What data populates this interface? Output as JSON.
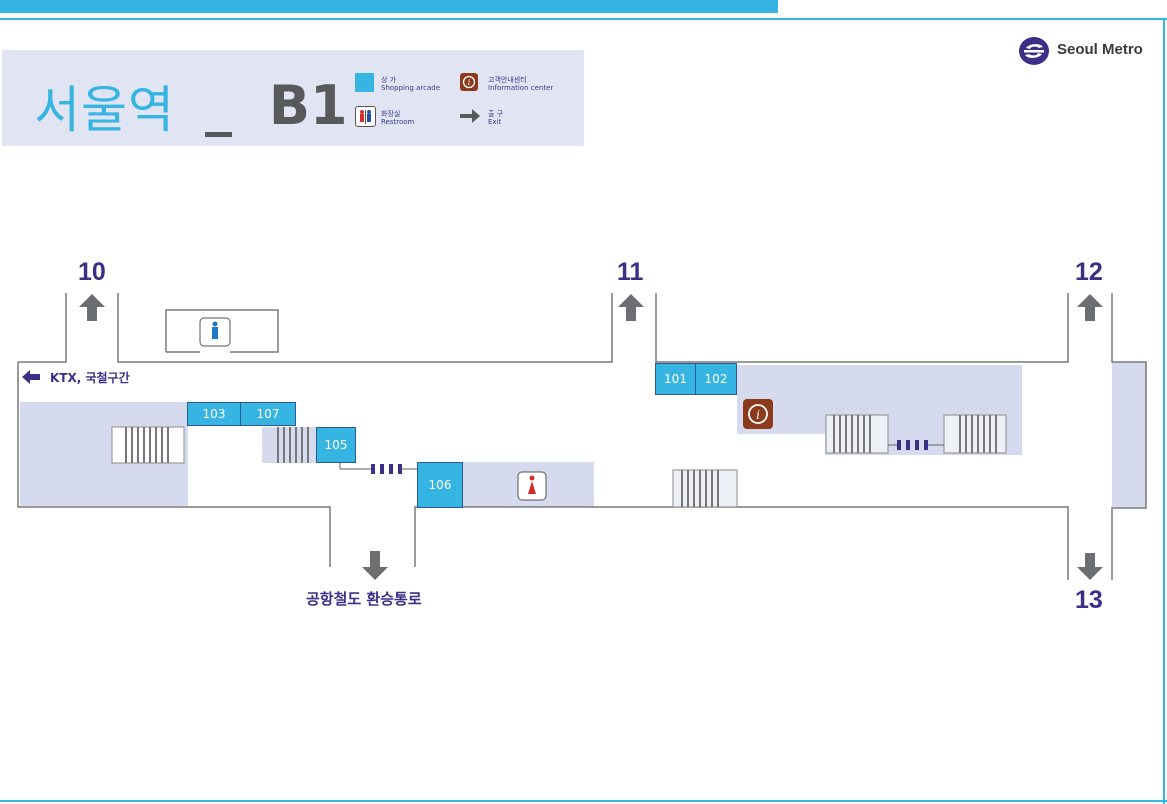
{
  "title": {
    "station_ko": "서울역",
    "sep": "_",
    "level": "B1"
  },
  "legend": [
    {
      "key": "shopping",
      "ko": "상 가",
      "en": "Shopping arcade",
      "icon": "shopping-square-icon"
    },
    {
      "key": "info",
      "ko": "고객안내센터",
      "en": "Information center",
      "icon": "info-icon"
    },
    {
      "key": "restroom",
      "ko": "화장실",
      "en": "Restroom",
      "icon": "restroom-icon"
    },
    {
      "key": "exit",
      "ko": "출 구",
      "en": "Exit",
      "icon": "exit-arrow-icon"
    }
  ],
  "brand": {
    "name": "Seoul Metro",
    "logo_icon": "seoul-metro-logo-icon"
  },
  "exits": {
    "e10": "10",
    "e11": "11",
    "e12": "12",
    "e13": "13"
  },
  "directions": {
    "ktx": "KTX, 국철구간",
    "airport": "공항철도 환승통로"
  },
  "stores": {
    "s101": "101",
    "s102": "102",
    "s103": "103",
    "s107": "107",
    "s105": "105",
    "s106": "106"
  },
  "colors": {
    "accent": "#36b4e2",
    "brand_purple": "#3c2f86",
    "corridor": "#d5daee",
    "info_brown": "#8b3a1c"
  }
}
